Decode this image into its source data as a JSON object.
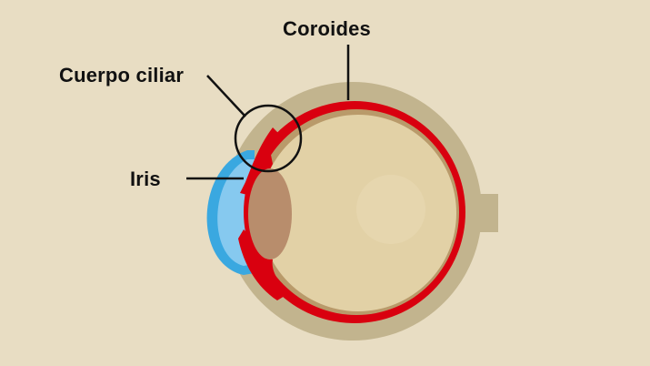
{
  "diagram": {
    "subject": "eye-cross-section",
    "labels": {
      "coroides": "Coroides",
      "cuerpo_ciliar": "Cuerpo ciliar",
      "iris": "Iris"
    },
    "colors": {
      "background": "#e8ddc3",
      "sclera": "#c2b48e",
      "choroid": "#d9000f",
      "inner_rim": "#b99a6a",
      "vitreous": "#e2d1a6",
      "lens": "#b88d6c",
      "cornea_outer": "#3aa8e0",
      "cornea_inner": "#86c9ef",
      "callout_line": "#111111"
    }
  }
}
